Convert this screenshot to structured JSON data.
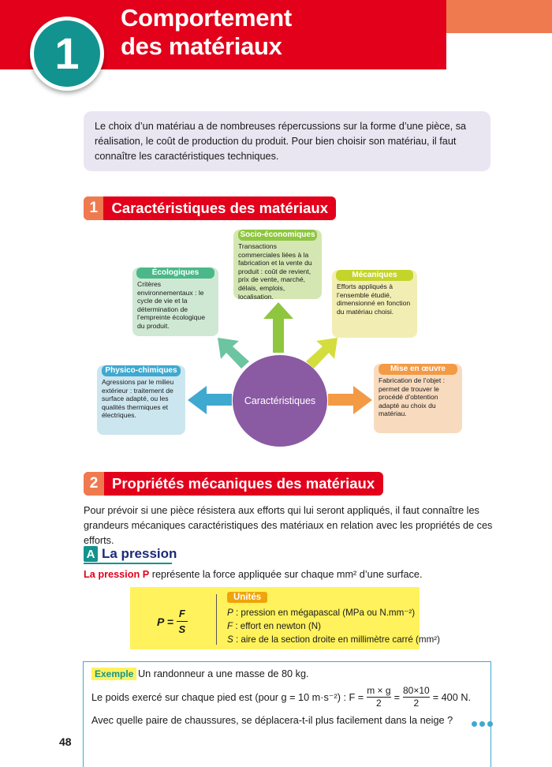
{
  "header": {
    "chapter_number": "1",
    "title_line1": "Comportement",
    "title_line2": "des matériaux",
    "colors": {
      "red": "#e3001b",
      "orange": "#ef7a4f",
      "teal": "#13938f"
    }
  },
  "intro": "Le choix d’un matériau a de nombreuses répercussions sur la forme d’une pièce, sa réalisation, le coût de production du produit. Pour bien choisir son matériau, il faut connaître les caractéristiques techniques.",
  "section1": {
    "number": "1",
    "title": "Caractéristiques des matériaux",
    "diagram": {
      "center": "Caractéristiques",
      "socio": {
        "title": "Socio-économiques",
        "text": "Transactions commerciales liées à la fabrication et la vente du produit : coût de revient, prix de vente, marché, délais, emplois, localisation."
      },
      "eco": {
        "title": "Écologiques",
        "text": "Critères environnementaux : le cycle de vie et la détermination de l’empreinte écologique du produit."
      },
      "meca": {
        "title": "Mécaniques",
        "text": "Efforts appliqués à l’ensemble étudié, dimensionné en fonction du matériau choisi."
      },
      "physico": {
        "title": "Physico-chimiques",
        "text": "Agressions par le milieu extérieur : traitement de surface adapté, ou les qualités thermiques et électriques."
      },
      "mise": {
        "title": "Mise en œuvre",
        "text": "Fabrication de l’objet : permet de trouver le procédé d’obtention adapté au choix du matériau."
      }
    }
  },
  "section2": {
    "number": "2",
    "title": "Propriétés mécaniques des matériaux",
    "paragraph": "Pour prévoir si une pièce résistera aux efforts qui lui seront appliqués, il faut connaître les grandeurs mécaniques caractéristiques des matériaux en relation avec les propriétés de ces efforts."
  },
  "subsectionA": {
    "letter": "A",
    "title": "La pression",
    "definition_keyword": "La pression P",
    "definition_rest": " représente la force appliquée sur chaque mm² d’une surface."
  },
  "formula": {
    "lhs": "P =",
    "numerator": "F",
    "denominator": "S",
    "units_label": "Unités",
    "units": [
      {
        "sym": "P",
        "desc": " : pression en mégapascal (MPa ou N.mm⁻²)"
      },
      {
        "sym": "F",
        "desc": " : effort en newton (N)"
      },
      {
        "sym": "S",
        "desc": " : aire de la section droite en millimètre carré (mm²)"
      }
    ]
  },
  "example": {
    "tag": "Exemple",
    "line1": "Un randonneur a une masse de 80 kg.",
    "line2_prefix": "Le poids exercé sur chaque pied est (pour g = 10 m·s⁻²) :  F =",
    "frac1_num": "m × g",
    "frac1_den": "2",
    "frac2_num": "80×10",
    "frac2_den": "2",
    "result": "= 400 N.",
    "line3": "Avec quelle paire de chaussures, se déplacera-t-il plus facilement dans la neige ?"
  },
  "page_number": "48"
}
